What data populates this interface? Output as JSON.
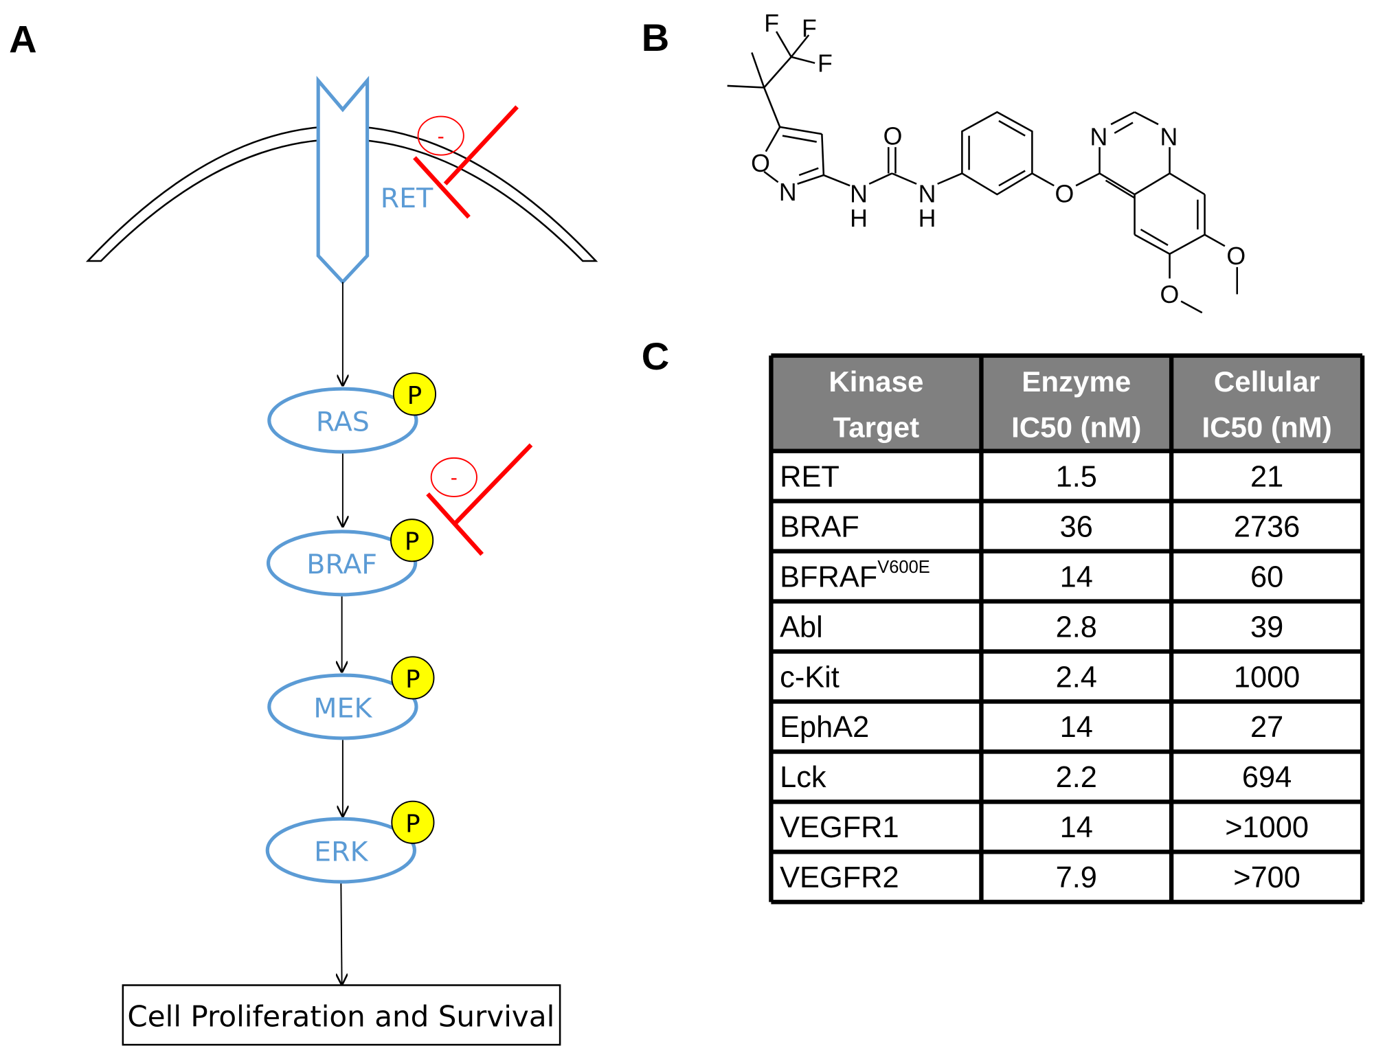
{
  "panels": {
    "a": "A",
    "b": "B",
    "c": "C"
  },
  "pathway": {
    "receptor": "RET",
    "nodes": [
      "RAS",
      "BRAF",
      "MEK",
      "ERK"
    ],
    "phospho_label": "P",
    "inhibit_label": "-",
    "outcome": "Cell Proliferation and Survival",
    "colors": {
      "node": "#5b9bd5",
      "inhibition": "#ff0000",
      "phospho": "#ffff00"
    }
  },
  "structure": {
    "atoms": {
      "f1": "F",
      "f2": "F",
      "f3": "F",
      "o_ring": "O",
      "n_ring": "N",
      "nh1": "N",
      "h1": "H",
      "o_urea": "O",
      "nh2": "N",
      "h2": "H",
      "o_ether": "O",
      "n1": "N",
      "n3": "N",
      "o_me1": "O",
      "o_me2": "O"
    }
  },
  "table": {
    "headers": [
      [
        "Kinase",
        "Target"
      ],
      [
        "Enzyme",
        "IC50 (nM)"
      ],
      [
        "Cellular",
        "IC50 (nM)"
      ]
    ],
    "header_color": "#808080",
    "rows": [
      {
        "target": "RET",
        "sup": "",
        "enzyme": "1.5",
        "cellular": "21"
      },
      {
        "target": "BRAF",
        "sup": "",
        "enzyme": "36",
        "cellular": "2736"
      },
      {
        "target": "BFRAF",
        "sup": "V600E",
        "enzyme": "14",
        "cellular": "60"
      },
      {
        "target": "Abl",
        "sup": "",
        "enzyme": "2.8",
        "cellular": "39"
      },
      {
        "target": "c-Kit",
        "sup": "",
        "enzyme": "2.4",
        "cellular": "1000"
      },
      {
        "target": "EphA2",
        "sup": "",
        "enzyme": "14",
        "cellular": "27"
      },
      {
        "target": "Lck",
        "sup": "",
        "enzyme": "2.2",
        "cellular": "694"
      },
      {
        "target": "VEGFR1",
        "sup": "",
        "enzyme": "14",
        "cellular": ">1000"
      },
      {
        "target": "VEGFR2",
        "sup": "",
        "enzyme": "7.9",
        "cellular": ">700"
      }
    ]
  }
}
